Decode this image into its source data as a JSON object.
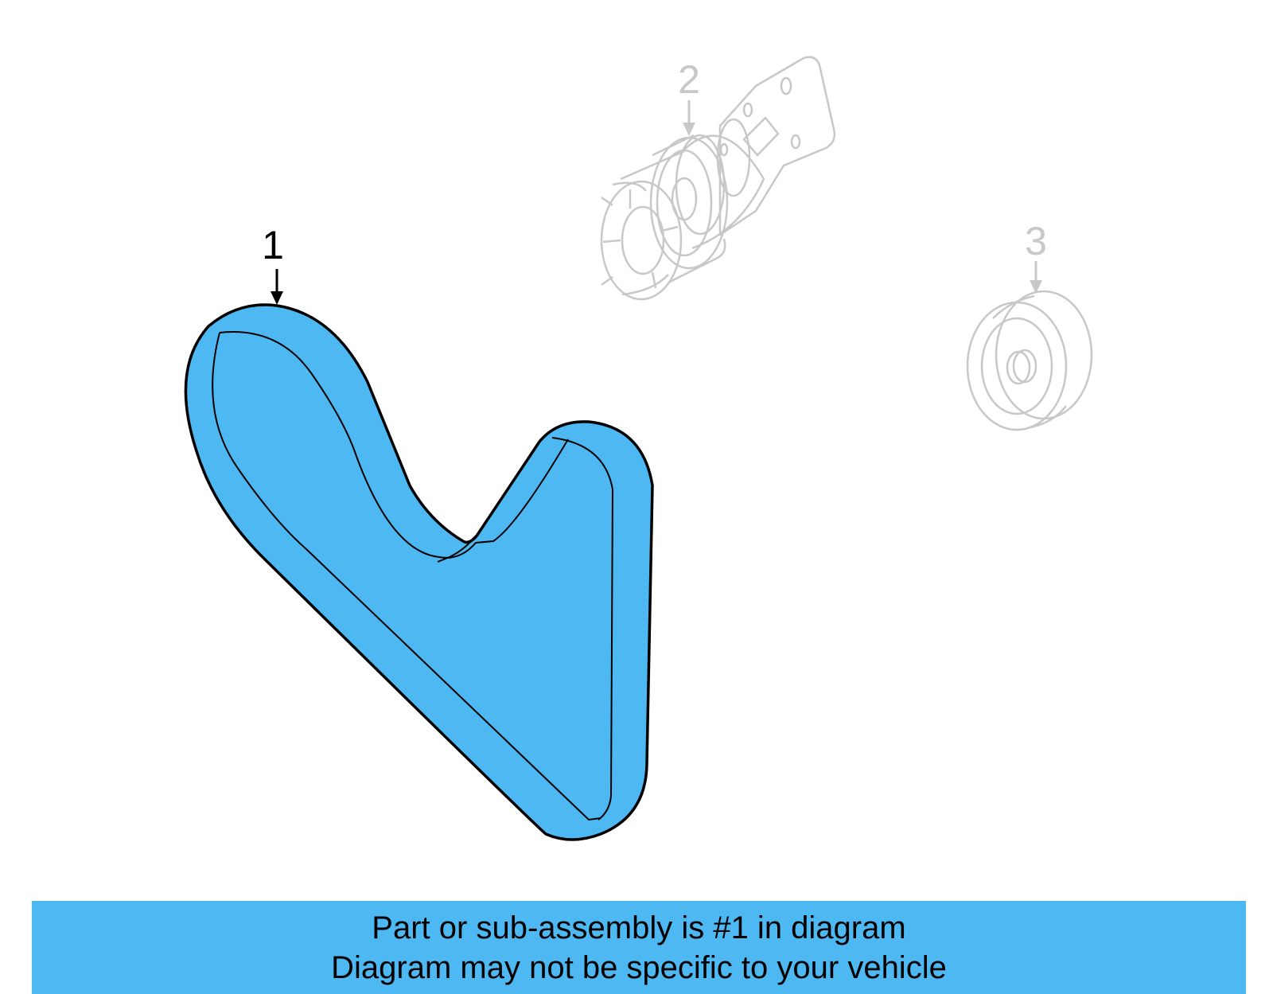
{
  "diagram": {
    "callouts": [
      {
        "number": "1",
        "state": "highlighted"
      },
      {
        "number": "2",
        "state": "dimmed"
      },
      {
        "number": "3",
        "state": "dimmed"
      }
    ]
  },
  "banner": {
    "line1": "Part or sub-assembly is #1 in diagram",
    "line2": "Diagram may not be specific to your vehicle"
  },
  "colors": {
    "highlight": "#4DB8F2",
    "outline": "#000000",
    "dimmed": "#C8C8C8",
    "background": "#FFFFFF"
  }
}
